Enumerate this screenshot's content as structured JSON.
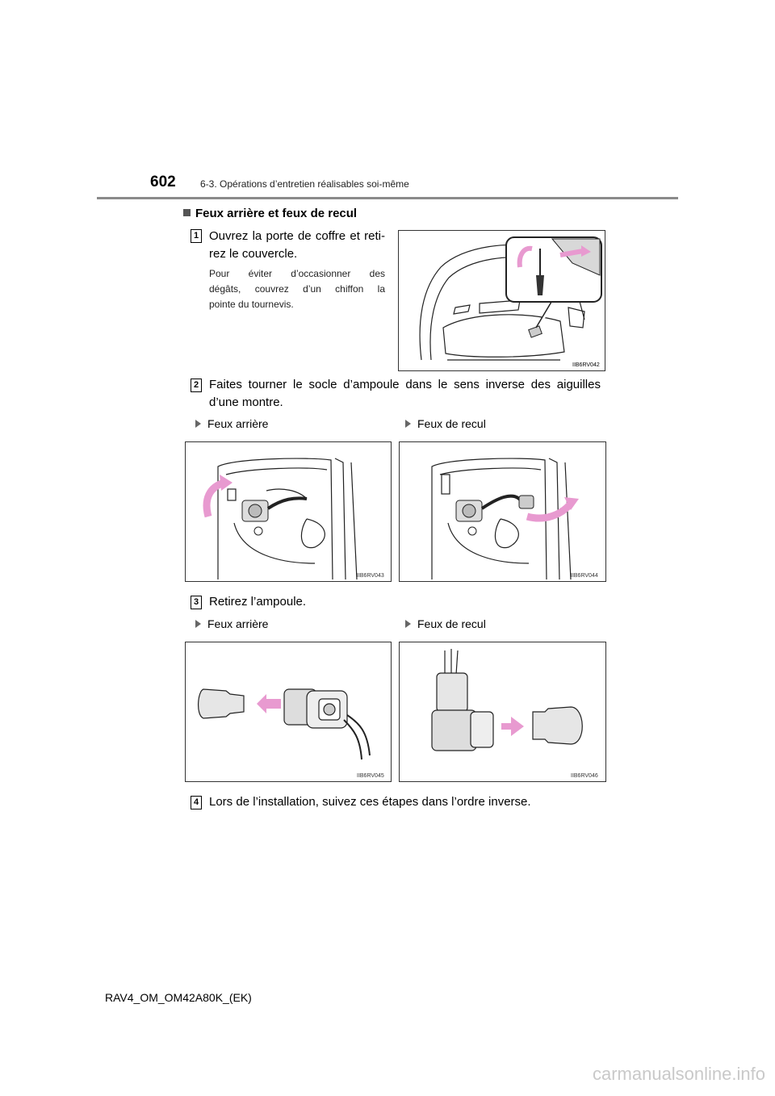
{
  "header": {
    "page_number": "602",
    "section": "6-3. Opérations d’entretien réalisables soi-même"
  },
  "heading": "Feux arrière et feux de recul",
  "steps": [
    {
      "num": "1",
      "line1": "Ouvrez la porte de coffre et reti-",
      "line2": "rez le couvercle.",
      "note1": "Pour éviter d’occasionner des",
      "note2": "dégâts, couvrez d’un chiffon la",
      "note3": "pointe du tournevis."
    },
    {
      "num": "2",
      "line1": "Faites tourner le socle d’ampoule dans le sens inverse des aiguilles",
      "line2": "d’une montre."
    },
    {
      "num": "3",
      "line1": "Retirez l’ampoule."
    },
    {
      "num": "4",
      "line1": "Lors de l’installation, suivez ces étapes dans l’ordre inverse."
    }
  ],
  "labels": {
    "rear_left": "Feux arrière",
    "rear_right": "Feux de recul",
    "remove_left": "Feux arrière",
    "remove_right": "Feux de recul"
  },
  "figures": {
    "fig1": "IIB6RV042",
    "fig2": "IIB6RV043",
    "fig3": "IIB6RV044",
    "fig4": "IIB6RV045",
    "fig5": "IIB6RV046"
  },
  "colors": {
    "arrow": "#e89ad0",
    "line": "#222222"
  },
  "footer": "RAV4_OM_OM42A80K_(EK)",
  "watermark": "carmanualsonline.info"
}
